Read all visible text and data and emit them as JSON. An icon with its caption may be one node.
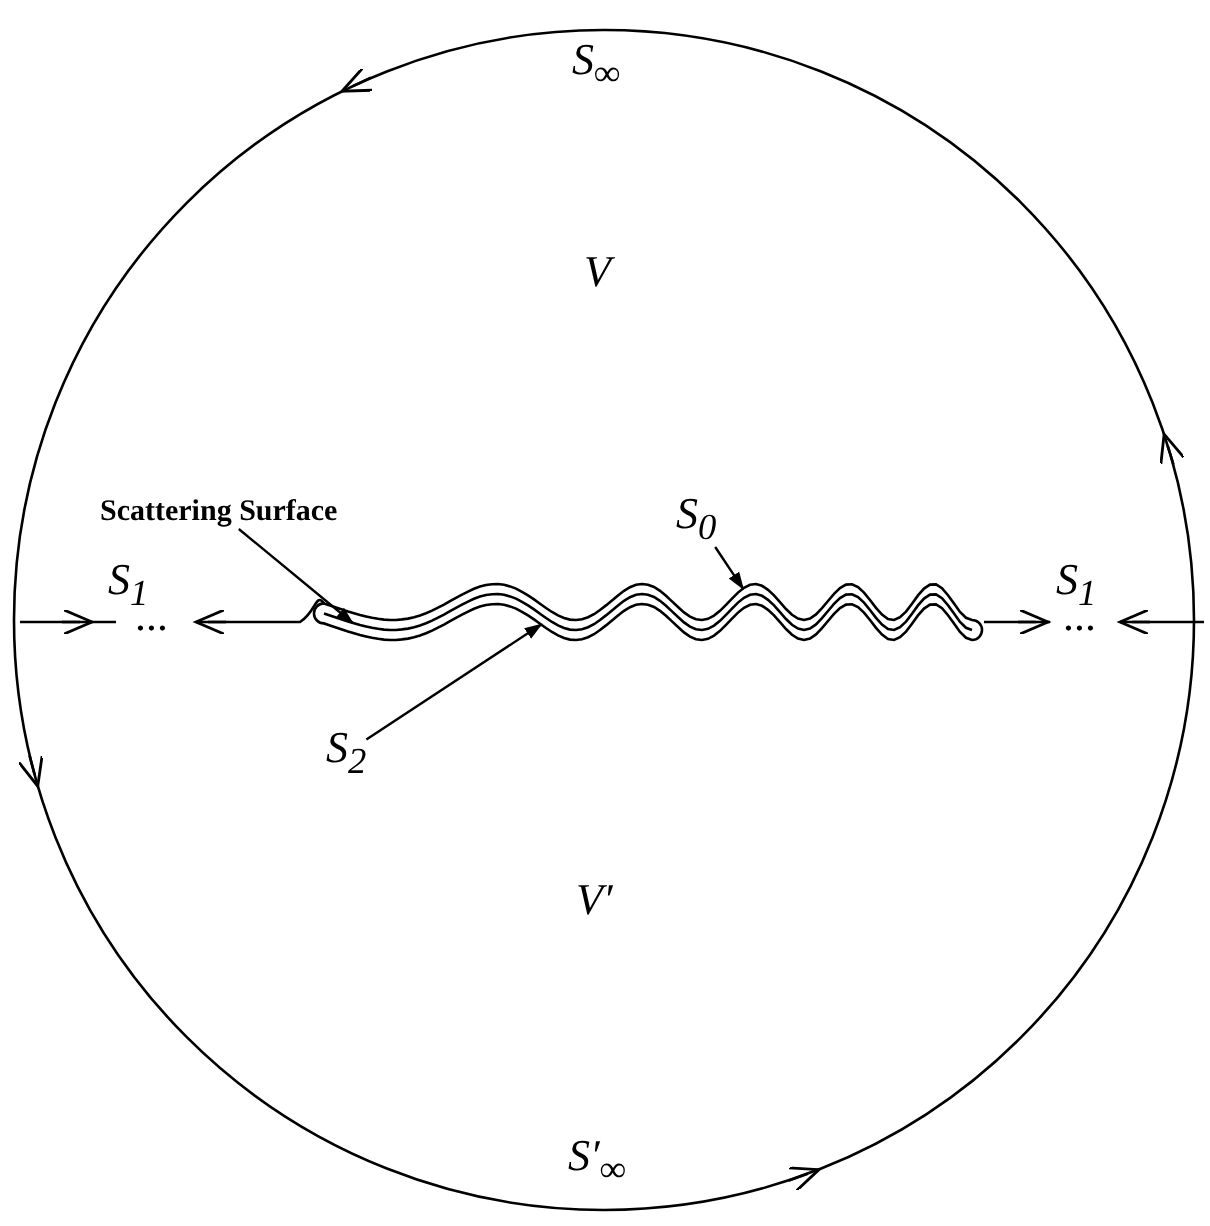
{
  "diagram": {
    "nodes": [
      {
        "text": [
          "Scattering Surface"
        ]
      },
      {
        "text": [
          "S$_{0}$"
        ]
      },
      {
        "text": [
          "S$_{2}$"
        ]
      },
      {
        "text": [],
        "shape": "picture"
      },
      {
        "text": [],
        "shape": "picture"
      }
    ],
    "edges": [
      {
        "from": 0,
        "to": 3,
        "arrow": "to"
      },
      {
        "from": 1,
        "to": 4,
        "arrow": "to"
      },
      {
        "from": 2,
        "to": 4,
        "arrow": "to"
      }
    ],
    "labels": [
      "S$_{∞}$",
      "V",
      "S$_{1}$",
      "...",
      "S$_{1}$",
      "...",
      "V′",
      "S′$_{∞}$"
    ]
  }
}
